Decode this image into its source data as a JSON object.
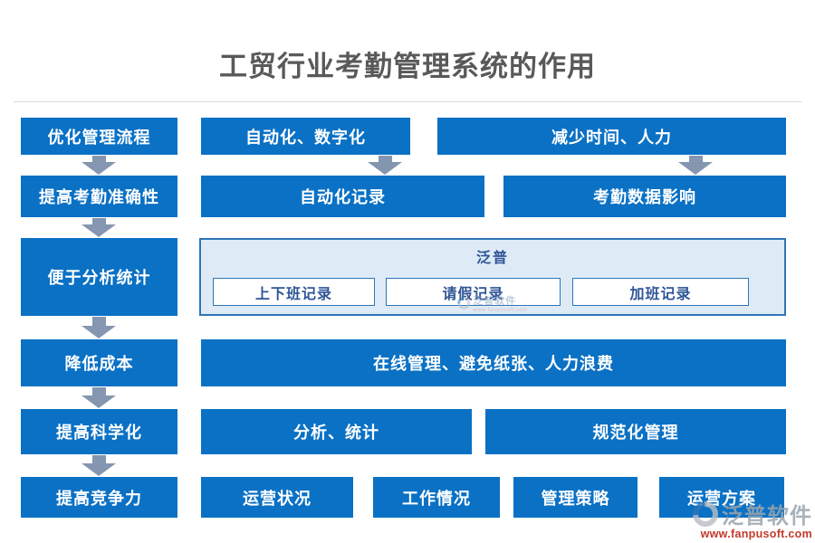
{
  "title": "工贸行业考勤管理系统的作用",
  "colors": {
    "box_blue": "#0A71C5",
    "arrow_gray": "#8496B0",
    "panel_bg": "#DEEBF7",
    "panel_border": "#2E75B6",
    "panel_text": "#2F5597",
    "title_text": "#595959",
    "watermark_gray": "#9AA5AE",
    "watermark_red": "#C23A2B"
  },
  "left": {
    "items": [
      "优化管理流程",
      "提高考勤准确性",
      "便于分析统计",
      "降低成本",
      "提高科学化",
      "提高竞争力"
    ]
  },
  "mid": {
    "auto_digital": "自动化、数字化",
    "reduce_time": "减少时间、人力",
    "auto_record": "自动化记录",
    "attendance_impact": "考勤数据影响",
    "online": "在线管理、避免纸张、人力浪费",
    "analysis": "分析、统计",
    "standard": "规范化管理",
    "bottom": [
      "运营状况",
      "工作情况",
      "管理策略",
      "运营方案"
    ]
  },
  "panel": {
    "title": "泛普",
    "items": [
      "上下班记录",
      "请假记录",
      "加班记录"
    ]
  },
  "watermark": {
    "brand": "泛普软件",
    "url": "www.fanpusoft.com"
  }
}
